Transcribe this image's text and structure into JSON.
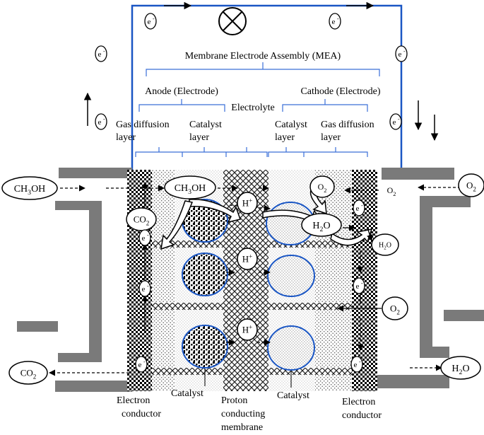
{
  "mea_title": "Membrane Electrode Assembly (MEA)",
  "anode_label": "Anode (Electrode)",
  "cathode_label": "Cathode  (Electrode)",
  "electrolyte_label": "Electrolyte",
  "anode_gdl": {
    "line1": "Gas    diffusion",
    "line2": "layer"
  },
  "anode_cat": {
    "line1": "Catalyst",
    "line2": "layer"
  },
  "cathode_cat": {
    "line1": "Catalyst",
    "line2": "layer"
  },
  "cathode_gdl": {
    "line1": "Gas    diffusion",
    "line2": "layer"
  },
  "electron": {
    "base": "e",
    "sup": "-"
  },
  "species": {
    "ch3oh": "CH3OH",
    "co2": "CO2",
    "o2": "O2",
    "h2o": "H2O",
    "hplus": "H+"
  },
  "bottom_labels": {
    "left_conductor": [
      "Electron",
      "conductor"
    ],
    "catalyst_left": "Catalyst",
    "membrane": [
      "Proton",
      "conducting",
      "membrane"
    ],
    "catalyst_right": "Catalyst",
    "right_conductor": [
      "Electron",
      "conductor"
    ]
  },
  "colors": {
    "circuit_wire": "#1a56c4",
    "bracket": "#3a6fd8",
    "plate": "#7a7a7a",
    "catalyst_outline": "#1a56c4"
  }
}
